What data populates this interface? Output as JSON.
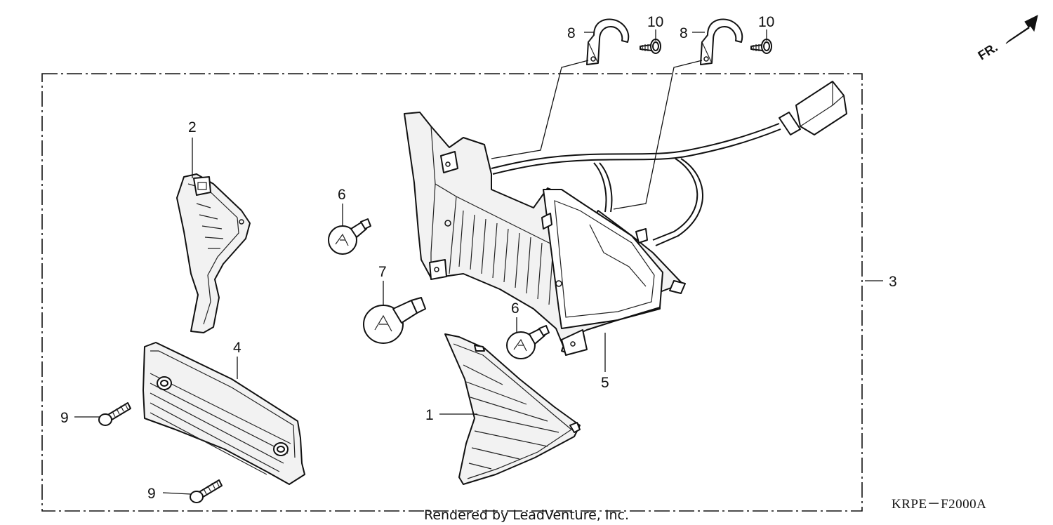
{
  "diagram": {
    "diagram_code": "KRPE－F2000A",
    "credit": "Rendered by LeadVenture, Inc.",
    "direction_label": "FR.",
    "callouts": {
      "c1": "1",
      "c2": "2",
      "c3": "3",
      "c4": "4",
      "c5": "5",
      "c6a": "6",
      "c6b": "6",
      "c7": "7",
      "c8a": "8",
      "c8b": "8",
      "c9a": "9",
      "c9b": "9",
      "c10a": "10",
      "c10b": "10"
    }
  }
}
